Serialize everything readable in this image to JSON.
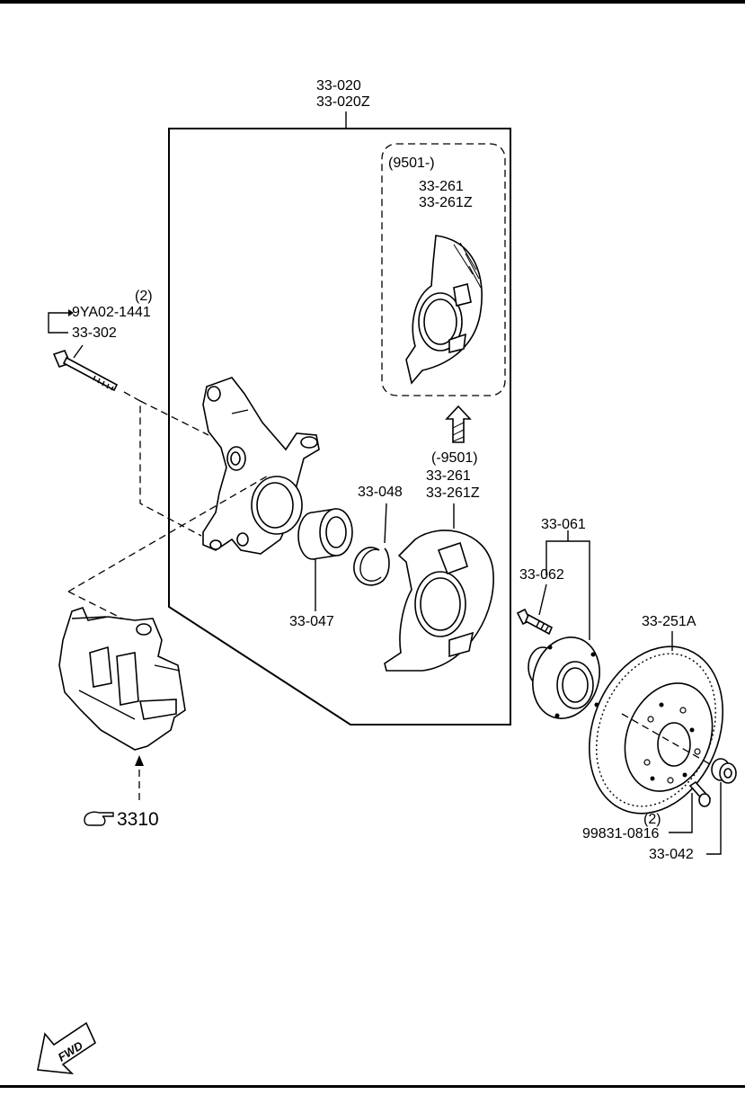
{
  "labels": {
    "assembly_a": "33-020",
    "assembly_b": "33-020Z",
    "period_new": "(9501-)",
    "shield_new_a": "33-261",
    "shield_new_b": "33-261Z",
    "bolt_qty": "(2)",
    "bolt_a": "9YA02-1441",
    "bolt_b": "33-302",
    "snap_ring": "33-048",
    "period_old": "(-9501)",
    "shield_old_a": "33-261",
    "shield_old_b": "33-261Z",
    "bearing": "33-047",
    "hub_assy": "33-061",
    "hub_bolt": "33-062",
    "disc": "33-251A",
    "screw_qty": "(2)",
    "screw": "99831-0816",
    "nut": "33-042",
    "caliper_ref": "3310",
    "fwd": "FWD"
  }
}
